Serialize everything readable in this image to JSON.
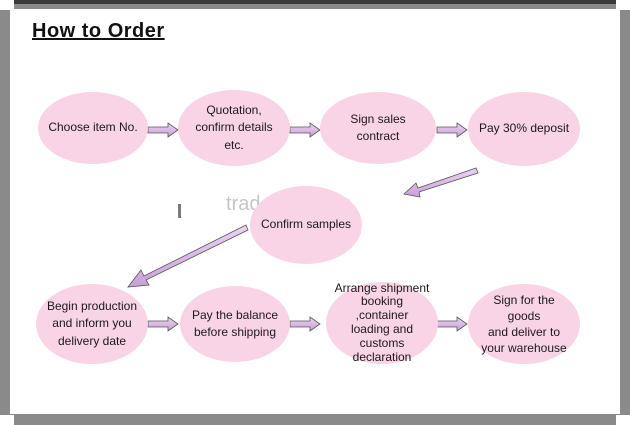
{
  "title": "How to Order",
  "watermark": "trade.china.cn",
  "steps": [
    {
      "label": "Choose item No."
    },
    {
      "label": "Quotation,\nconfirm details etc."
    },
    {
      "label": "Sign sales contract"
    },
    {
      "label": "Pay 30% deposit"
    },
    {
      "label": "Confirm samples"
    },
    {
      "label": "Begin production\nand inform you\ndelivery date"
    },
    {
      "label": "Pay the balance\nbefore shipping"
    },
    {
      "label": "Arrange shipment\nbooking ,container\nloading and customs\ndeclaration"
    },
    {
      "label": "Sign for the goods\nand deliver to\nyour warehouse"
    }
  ],
  "colors": {
    "node_fill": "#f9d3e6",
    "arrow_fill": "#d9b0e6",
    "frame": "#8a8a8a"
  }
}
